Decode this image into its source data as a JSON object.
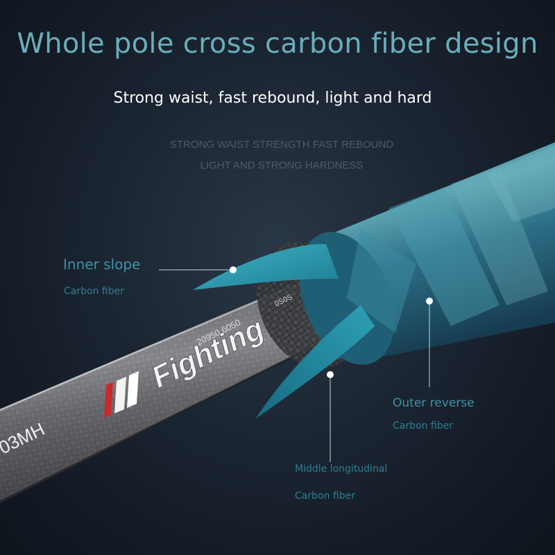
{
  "title": "Whole pole cross carbon fiber design",
  "subtitle": "Strong waist, fast rebound, light and hard",
  "faint_line_1": "STRONG WAIST STRENGTH FAST REBOUND",
  "faint_line_2": "LIGHT AND STRONG HARDNESS",
  "pole_text": {
    "brand": "Fighting",
    "model": "03MH",
    "spec": "20950 6050",
    "small": "0S0S"
  },
  "callouts": {
    "inner": {
      "title": "Inner slope",
      "sub": "Carbon fiber"
    },
    "outer": {
      "title": "Outer reverse",
      "sub": "Carbon fiber"
    },
    "middle": {
      "title": "Middle longitudinal",
      "sub": "Carbon fiber"
    }
  },
  "colors": {
    "accent": "#3f93a6",
    "title": "#6aaebb",
    "ribbon": "#2a93a8",
    "background": "#1b2532"
  }
}
